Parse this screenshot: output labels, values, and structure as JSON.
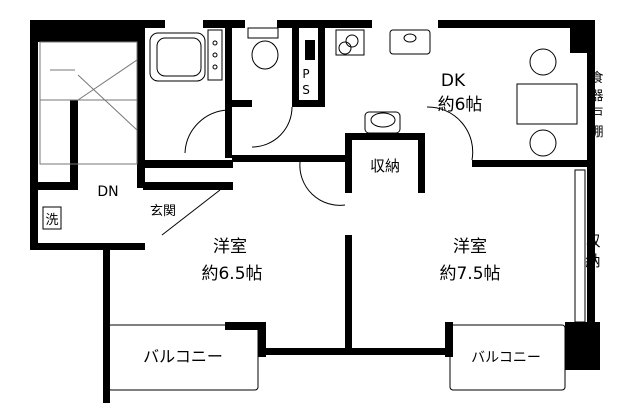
{
  "floor_plan": {
    "rooms": {
      "dk": {
        "name": "DK",
        "size": "約6帖"
      },
      "western_room_1": {
        "name": "洋室",
        "size": "約6.5帖"
      },
      "western_room_2": {
        "name": "洋室",
        "size": "約7.5帖"
      }
    },
    "labels": {
      "cupboard": [
        "食",
        "器",
        "戸",
        "棚"
      ],
      "storage_center": "収納",
      "storage_right": [
        "収",
        "納"
      ],
      "pipe_space": [
        "P",
        "S"
      ],
      "down": "DN",
      "entrance": "玄関",
      "laundry": "洗",
      "balcony_left": "バルコニー",
      "balcony_right": "バルコニー"
    },
    "colors": {
      "walls": "#000000",
      "background": "#ffffff"
    }
  }
}
